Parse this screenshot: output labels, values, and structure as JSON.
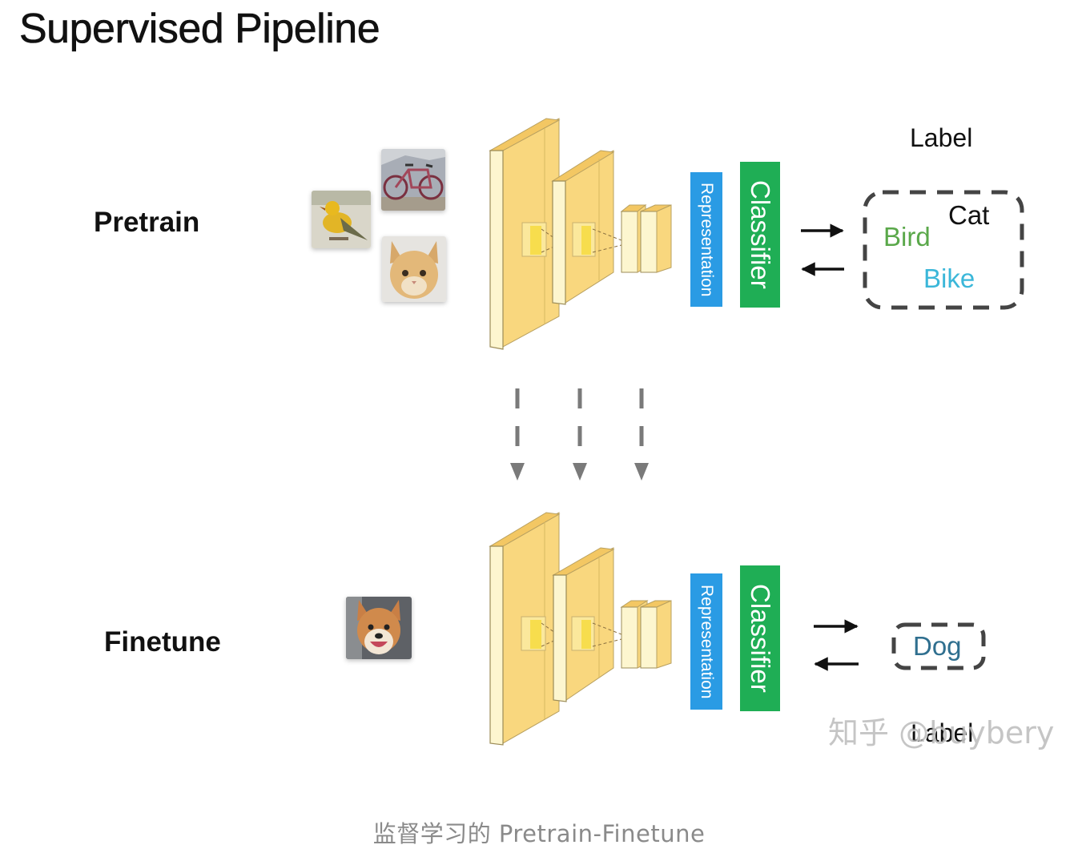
{
  "title": "Supervised Pipeline",
  "stages": {
    "pretrain": {
      "label": "Pretrain",
      "inputs": [
        "bird",
        "bike",
        "cat"
      ],
      "representation": "Representation",
      "classifier": "Classifier",
      "label_header": "Label",
      "labels": [
        {
          "text": "Cat",
          "color": "#111111"
        },
        {
          "text": "Bird",
          "color": "#5aa84a"
        },
        {
          "text": "Bike",
          "color": "#3bb7d9"
        }
      ]
    },
    "finetune": {
      "label": "Finetune",
      "inputs": [
        "dog"
      ],
      "representation": "Representation",
      "classifier": "Classifier",
      "label_header": "Label",
      "labels": [
        {
          "text": "Dog",
          "color": "#2f6f8f"
        }
      ]
    }
  },
  "transfer_arrows": 3,
  "colors": {
    "representation": "#2a9be4",
    "classifier": "#1fae55",
    "layer_face": "#f9d77e",
    "layer_side": "#fdf6cf",
    "arrow_dashed": "#7a7a7a"
  },
  "watermark": "知乎 @buybery",
  "caption": "监督学习的 Pretrain-Finetune"
}
